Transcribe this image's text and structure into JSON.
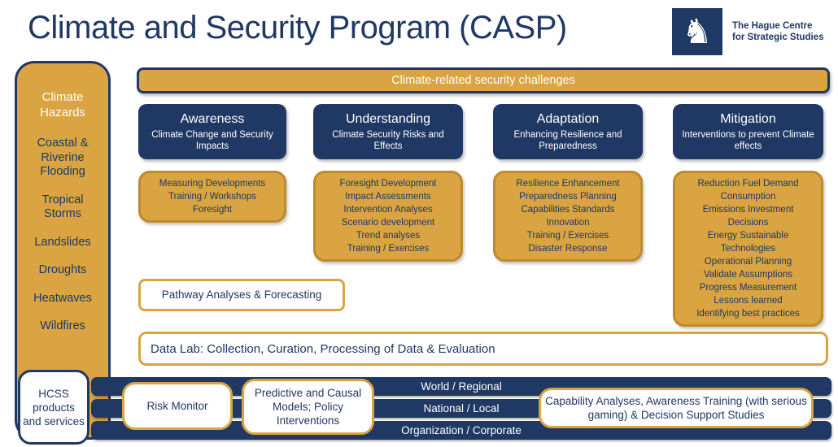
{
  "title": "Climate and Security Program (CASP)",
  "logo": {
    "knight_icon": "♞",
    "org_line1": "The Hague Centre",
    "org_line2": "for Strategic Studies"
  },
  "banner": "Climate-related security challenges",
  "sidebar": {
    "heading": "Climate Hazards",
    "items": [
      "Coastal & Riverine Flooding",
      "Tropical Storms",
      "Landslides",
      "Droughts",
      "Heatwaves",
      "Wildfires"
    ]
  },
  "hcss_box": "HCSS products and services",
  "columns": [
    {
      "title": "Awareness",
      "subtitle": "Climate Change and Security Impacts",
      "items": [
        "Measuring Developments",
        "Training / Workshops",
        "Foresight"
      ]
    },
    {
      "title": "Understanding",
      "subtitle": "Climate Security Risks and Effects",
      "items": [
        "Foresight Development",
        "Impact Assessments",
        "Intervention Analyses",
        "Scenario development",
        "Trend analyses",
        "Training / Exercises"
      ]
    },
    {
      "title": "Adaptation",
      "subtitle": "Enhancing Resilience and Preparedness",
      "items": [
        "Resilience Enhancement",
        "Preparedness Planning",
        "Capabilities Standards",
        "Innovation",
        "Training / Exercises",
        "Disaster Response"
      ]
    },
    {
      "title": "Mitigation",
      "subtitle": "Interventions to prevent Climate effects",
      "items": [
        "Reduction Fuel Demand",
        "Consumption",
        "Emissions Investment",
        "Decisions",
        "Energy Sustainable",
        "Technologies",
        "Operational Planning",
        "Validate Assumptions",
        "Progress Measurement",
        "Lessons learned",
        "Identifying best practices"
      ]
    }
  ],
  "pathway_box": "Pathway Analyses & Forecasting",
  "data_lab": "Data Lab: Collection, Curation, Processing of Data & Evaluation",
  "levels": [
    "World / Regional",
    "National / Local",
    "Organization / Corporate"
  ],
  "overlay_boxes": {
    "risk_monitor": "Risk Monitor",
    "models": "Predictive and Causal Models; Policy Interventions",
    "capability": "Capability Analyses, Awareness Training (with serious gaming) & Decision Support Studies"
  },
  "colors": {
    "navy": "#1F3864",
    "gold": "#D9A441",
    "gold_border_dark": "#BD8A2E",
    "white": "#FFFFFF"
  }
}
